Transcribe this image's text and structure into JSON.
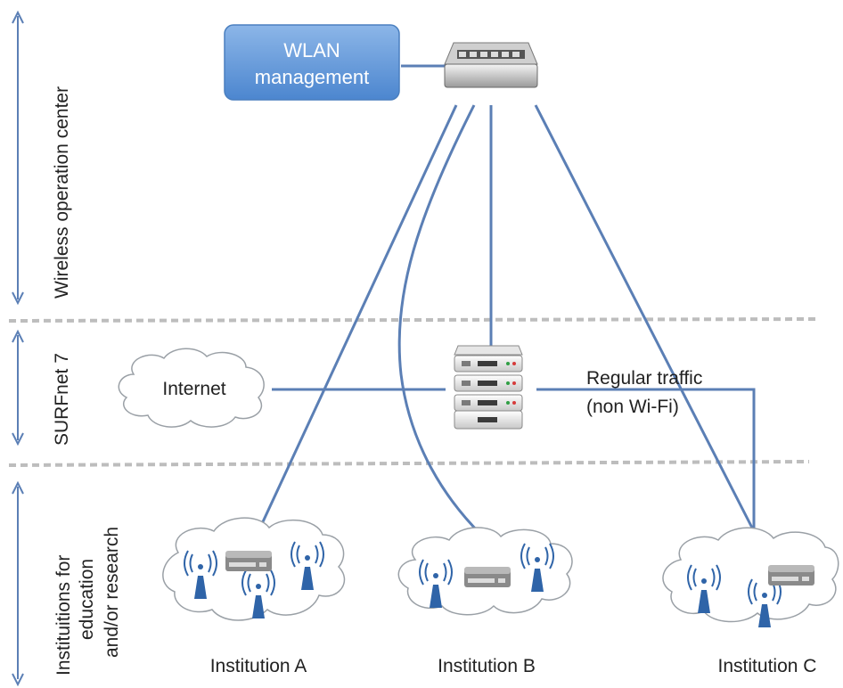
{
  "zones": {
    "top": "Wireless operation center",
    "middle": "SURFnet 7",
    "bottom": [
      "Instituitions for",
      "education",
      "and/or research"
    ]
  },
  "wlan": [
    "WLAN",
    "management"
  ],
  "internet": "Internet",
  "regular_traffic": [
    "Regular traffic",
    "(non Wi-Fi)"
  ],
  "institutions": [
    "Institution A",
    "Institution B",
    "Institution C"
  ],
  "colors": {
    "link": "#5b7fb5",
    "wlan_box_top": "#8cb6e8",
    "wlan_box_bottom": "#4c86cf",
    "separator": "#bdbdbd"
  }
}
